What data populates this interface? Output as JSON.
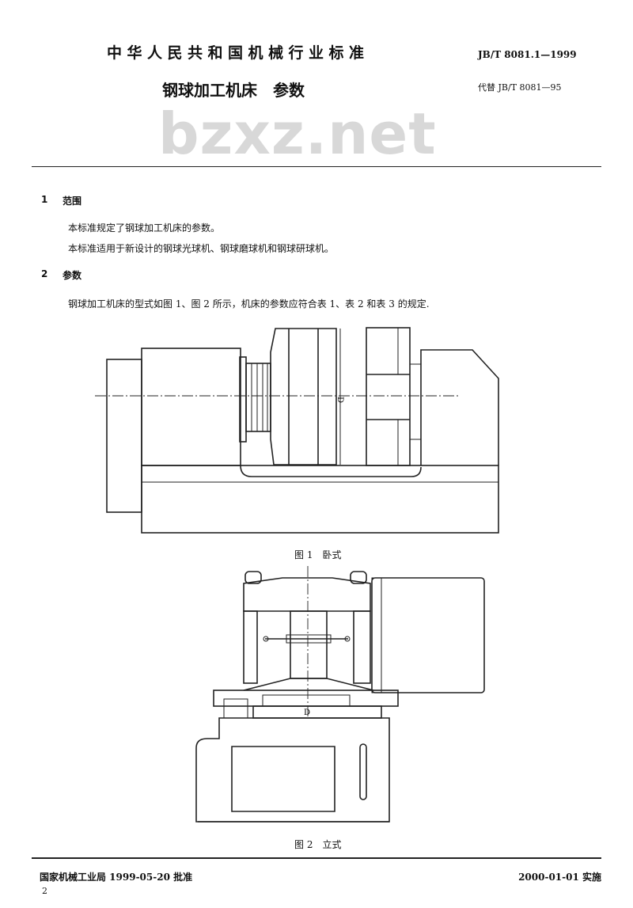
{
  "header": {
    "publisher": "中华人民共和国机械行业标准",
    "standard_code": "JB/T 8081.1—1999",
    "title": "钢球加工机床　参数",
    "replaces": "代替 JB/T 8081—95",
    "watermark": "bzxz.net"
  },
  "sections": [
    {
      "number": "1",
      "heading": "范围",
      "paragraphs": [
        "本标准规定了钢球加工机床的参数。",
        "本标准适用于新设计的钢球光球机、钢球磨球机和钢球研球机。"
      ]
    },
    {
      "number": "2",
      "heading": "参数",
      "paragraphs": [
        "钢球加工机床的型式如图 1、图 2 所示，机床的参数应符合表 1、表 2 和表 3 的规定."
      ]
    }
  ],
  "figures": [
    {
      "caption": "图 1　卧式",
      "dimension_label": "D"
    },
    {
      "caption": "图 2　立式",
      "dimension_label": "D"
    }
  ],
  "footer": {
    "approval": "国家机械工业局 1999-05-20 批准",
    "implementation": "2000-01-01 实施",
    "page_number": "2"
  }
}
